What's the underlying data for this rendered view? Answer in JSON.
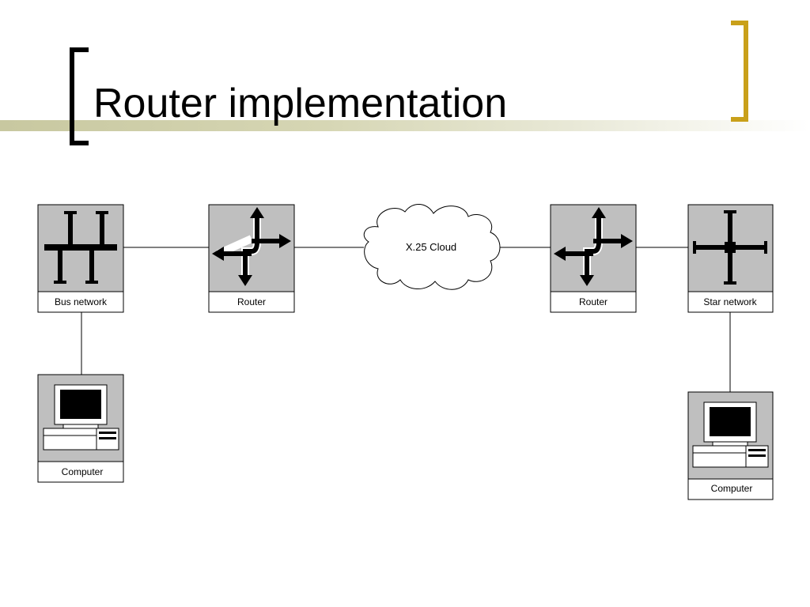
{
  "slide": {
    "title": "Router implementation"
  },
  "diagram": {
    "nodes": {
      "bus_network": "Bus network",
      "router_left": "Router",
      "cloud": "X.25 Cloud",
      "router_right": "Router",
      "star_network": "Star network",
      "computer_left": "Computer",
      "computer_right": "Computer"
    }
  },
  "colors": {
    "icon_background": "#bfbfbf",
    "accent_bracket": "#c9a01a"
  }
}
